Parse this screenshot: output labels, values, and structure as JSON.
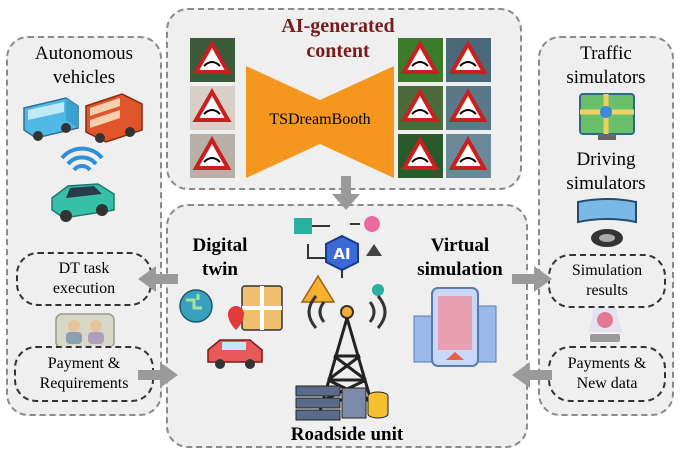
{
  "left_panel": {
    "title_line1": "Autonomous",
    "title_line2": "vehicles",
    "task_line1": "DT task",
    "task_line2": "execution",
    "pay_line1": "Payment &",
    "pay_line2": "Requirements"
  },
  "top_panel": {
    "title_line1": "AI-generated",
    "title_line2": "content",
    "model_label": "TSDreamBooth",
    "title_color": "#7a1a1a",
    "bowtie_color": "#f5961e"
  },
  "right_panel": {
    "title1_line1": "Traffic",
    "title1_line2": "simulators",
    "title2_line1": "Driving",
    "title2_line2": "simulators",
    "results_line1": "Simulation",
    "results_line2": "results",
    "payments_line1": "Payments &",
    "payments_line2": "New data"
  },
  "center_panel": {
    "digital_twin_line1": "Digital",
    "digital_twin_line2": "twin",
    "virtual_sim_line1": "Virtual",
    "virtual_sim_line2": "simulation",
    "roadside_unit": "Roadside unit",
    "ai_chip_label": "AI"
  },
  "colors": {
    "panel_fill": "#efefef",
    "panel_border": "#8a8a8a",
    "arrow": "#9a9a9a"
  }
}
